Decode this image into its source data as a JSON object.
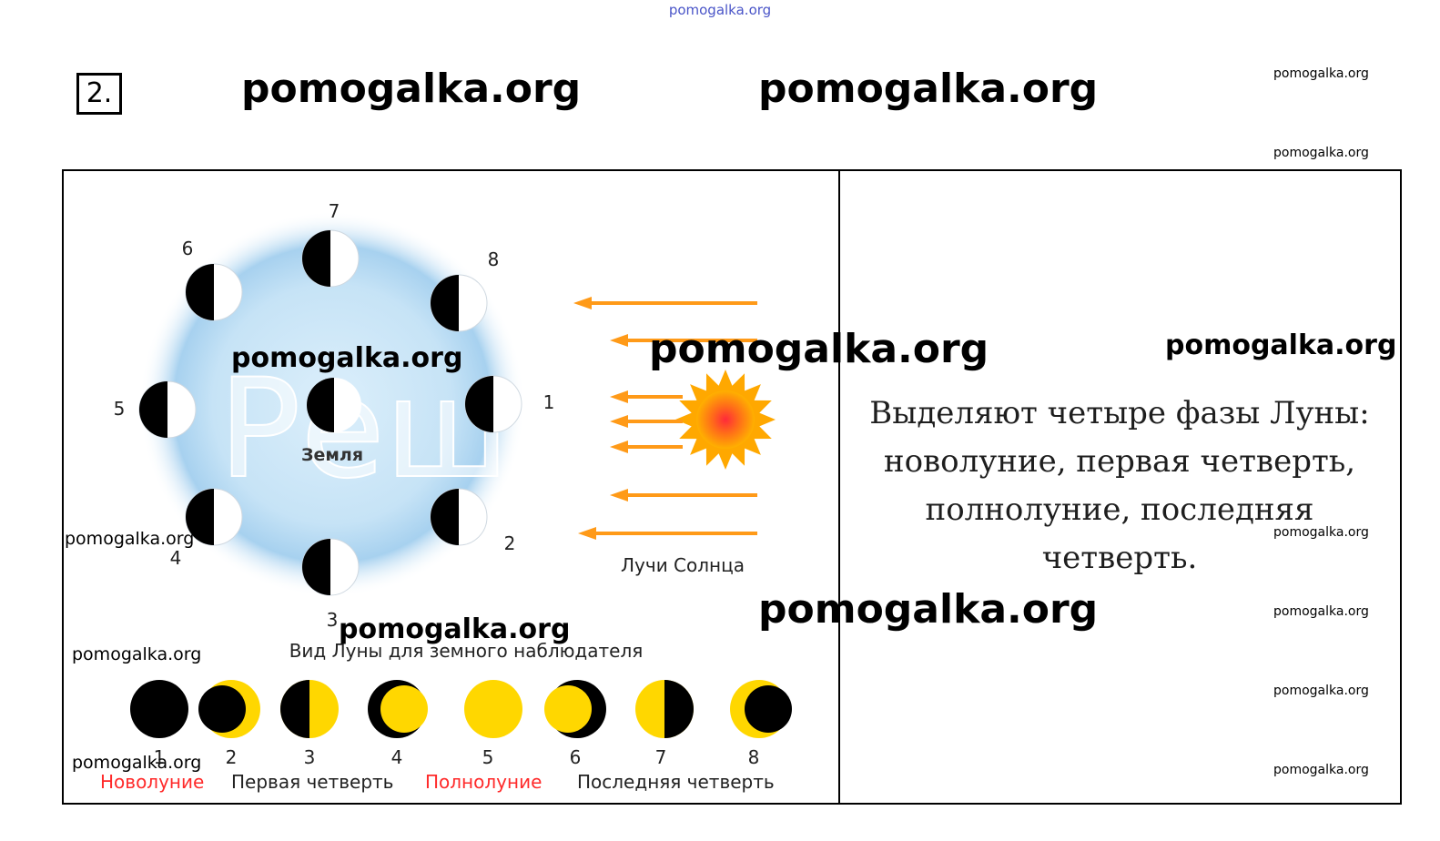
{
  "header": {
    "top_url": "pomogalka.org",
    "task_number": "2."
  },
  "diagram": {
    "orbit_numbers": [
      "1",
      "2",
      "3",
      "4",
      "5",
      "6",
      "7",
      "8"
    ],
    "earth_label": "Земля",
    "sun_rays_label": "Лучи Солнца",
    "view_caption": "Вид Луны для земного наблюдателя",
    "phase_numbers": [
      "1",
      "2",
      "3",
      "4",
      "5",
      "6",
      "7",
      "8"
    ],
    "phase_names": [
      "Новолуние",
      "Первая четверть",
      "Полнолуние",
      "Последняя четверть"
    ],
    "background_watermark": "Реш",
    "colors": {
      "moon_yellow": "#ffd700",
      "ray_orange": "#ff9a18",
      "phase_name_red": "#ff2a2a",
      "orbit_blue": "#b9dcf3"
    }
  },
  "answer": {
    "lines": [
      "Выделяют четыре фазы Луны:",
      "новолуние, первая четверть,",
      "полнолуние, последняя четверть."
    ]
  },
  "watermarks": {
    "large": "pomogalka.org",
    "medium": "pomogalka.org",
    "small": "pomogalka.org"
  }
}
